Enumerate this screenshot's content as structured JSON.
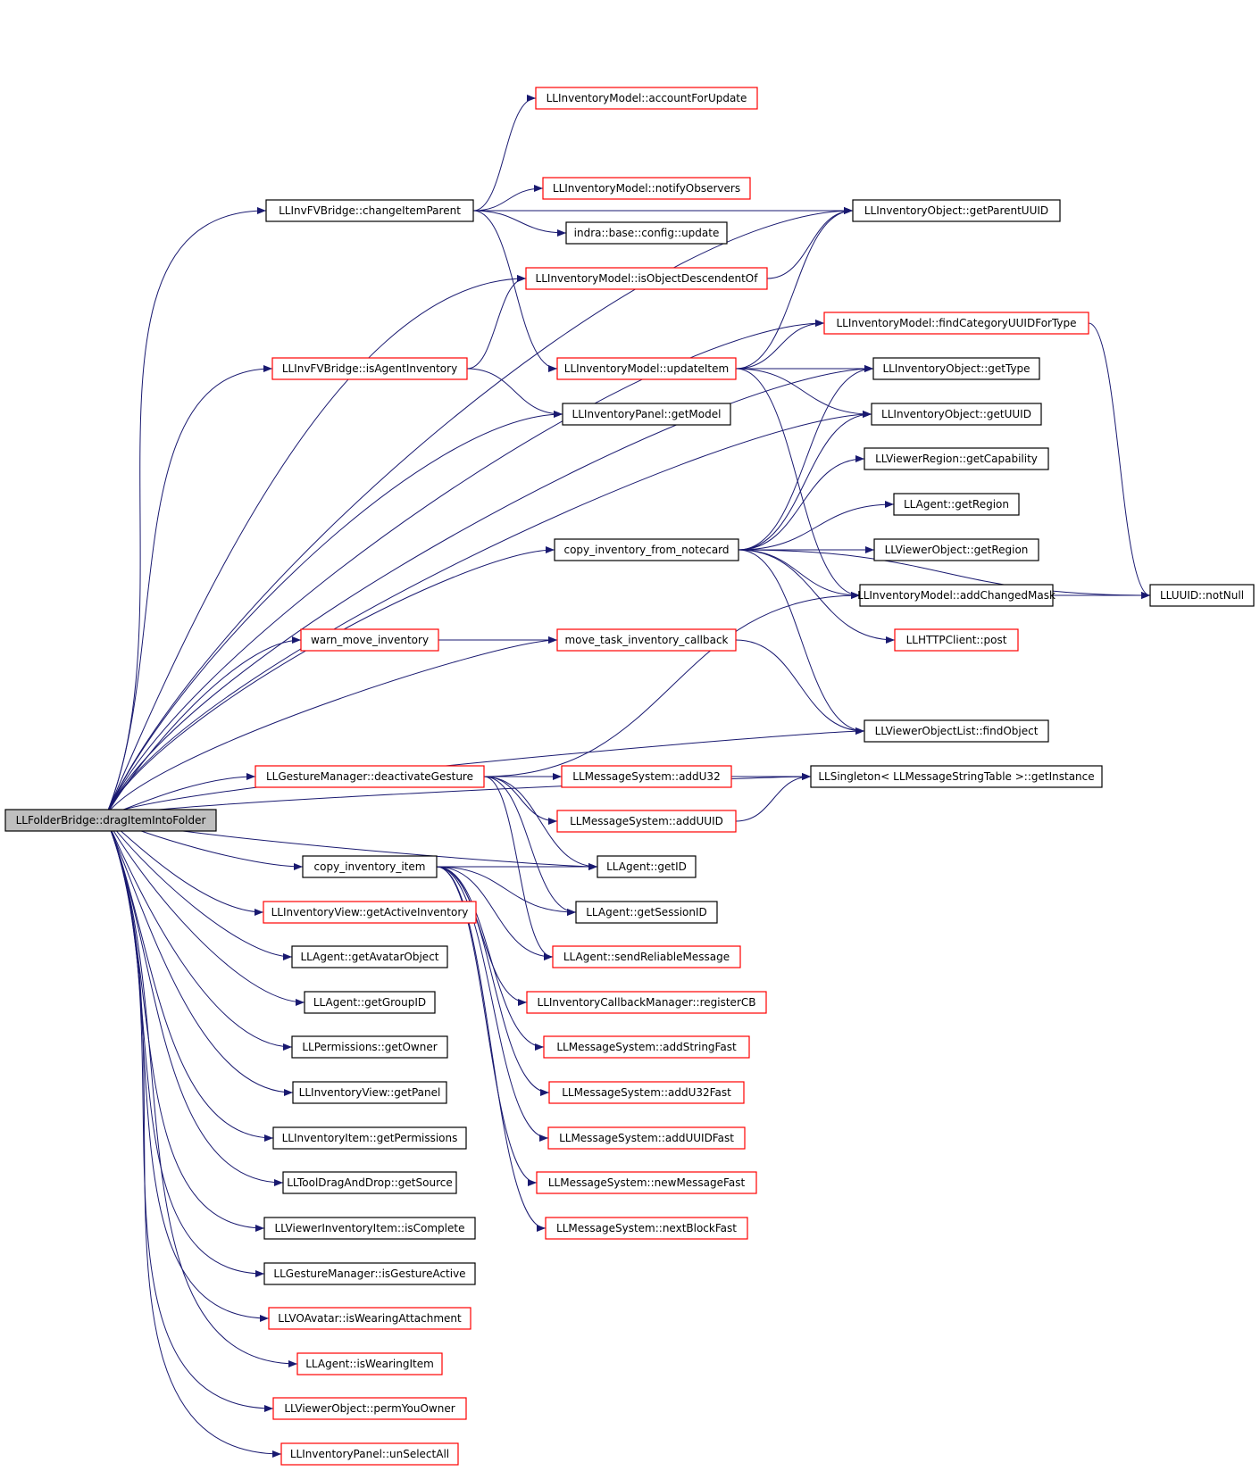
{
  "edge_color": "#191970",
  "root_fill": "#bfbfbf",
  "red_border": "#ff0000",
  "nodes": [
    {
      "id": "root",
      "label": "LLFolderBridge::dragItemIntoFolder",
      "style": "root"
    },
    {
      "id": "accountForUpdate",
      "label": "LLInventoryModel::accountForUpdate",
      "style": "red"
    },
    {
      "id": "changeItemParent",
      "label": "LLInvFVBridge::changeItemParent",
      "style": "black"
    },
    {
      "id": "notifyObservers",
      "label": "LLInventoryModel::notifyObservers",
      "style": "red"
    },
    {
      "id": "getParentUUID",
      "label": "LLInventoryObject::getParentUUID",
      "style": "black"
    },
    {
      "id": "configUpdate",
      "label": "indra::base::config::update",
      "style": "black"
    },
    {
      "id": "isObjectDescendentOf",
      "label": "LLInventoryModel::isObjectDescendentOf",
      "style": "red"
    },
    {
      "id": "findCategoryUUIDForType",
      "label": "LLInventoryModel::findCategoryUUIDForType",
      "style": "red"
    },
    {
      "id": "isAgentInventory",
      "label": "LLInvFVBridge::isAgentInventory",
      "style": "red"
    },
    {
      "id": "updateItem",
      "label": "LLInventoryModel::updateItem",
      "style": "red"
    },
    {
      "id": "getType",
      "label": "LLInventoryObject::getType",
      "style": "black"
    },
    {
      "id": "getModel",
      "label": "LLInventoryPanel::getModel",
      "style": "black"
    },
    {
      "id": "getUUID",
      "label": "LLInventoryObject::getUUID",
      "style": "black"
    },
    {
      "id": "getCapability",
      "label": "LLViewerRegion::getCapability",
      "style": "black"
    },
    {
      "id": "agentGetRegion",
      "label": "LLAgent::getRegion",
      "style": "black"
    },
    {
      "id": "copyFromNotecard",
      "label": "copy_inventory_from_notecard",
      "style": "black"
    },
    {
      "id": "viewerObjGetRegion",
      "label": "LLViewerObject::getRegion",
      "style": "black"
    },
    {
      "id": "addChangedMask",
      "label": "LLInventoryModel::addChangedMask",
      "style": "black"
    },
    {
      "id": "notNull",
      "label": "LLUUID::notNull",
      "style": "black"
    },
    {
      "id": "warnMove",
      "label": "warn_move_inventory",
      "style": "red"
    },
    {
      "id": "moveTaskCallback",
      "label": "move_task_inventory_callback",
      "style": "red"
    },
    {
      "id": "httpPost",
      "label": "LLHTTPClient::post",
      "style": "red"
    },
    {
      "id": "findObject",
      "label": "LLViewerObjectList::findObject",
      "style": "black"
    },
    {
      "id": "deactivateGesture",
      "label": "LLGestureManager::deactivateGesture",
      "style": "red"
    },
    {
      "id": "addU32",
      "label": "LLMessageSystem::addU32",
      "style": "red"
    },
    {
      "id": "getInstance",
      "label": "LLSingleton< LLMessageStringTable >::getInstance",
      "style": "black"
    },
    {
      "id": "addUUID",
      "label": "LLMessageSystem::addUUID",
      "style": "red"
    },
    {
      "id": "copyInventoryItem",
      "label": "copy_inventory_item",
      "style": "black"
    },
    {
      "id": "getID",
      "label": "LLAgent::getID",
      "style": "black"
    },
    {
      "id": "getActiveInventory",
      "label": "LLInventoryView::getActiveInventory",
      "style": "red"
    },
    {
      "id": "getSessionID",
      "label": "LLAgent::getSessionID",
      "style": "black"
    },
    {
      "id": "getAvatarObject",
      "label": "LLAgent::getAvatarObject",
      "style": "black"
    },
    {
      "id": "sendReliableMessage",
      "label": "LLAgent::sendReliableMessage",
      "style": "red"
    },
    {
      "id": "getGroupID",
      "label": "LLAgent::getGroupID",
      "style": "black"
    },
    {
      "id": "registerCB",
      "label": "LLInventoryCallbackManager::registerCB",
      "style": "red"
    },
    {
      "id": "getOwner",
      "label": "LLPermissions::getOwner",
      "style": "black"
    },
    {
      "id": "addStringFast",
      "label": "LLMessageSystem::addStringFast",
      "style": "red"
    },
    {
      "id": "getPanel",
      "label": "LLInventoryView::getPanel",
      "style": "black"
    },
    {
      "id": "addU32Fast",
      "label": "LLMessageSystem::addU32Fast",
      "style": "red"
    },
    {
      "id": "getPermissions",
      "label": "LLInventoryItem::getPermissions",
      "style": "black"
    },
    {
      "id": "addUUIDFast",
      "label": "LLMessageSystem::addUUIDFast",
      "style": "red"
    },
    {
      "id": "getSource",
      "label": "LLToolDragAndDrop::getSource",
      "style": "black"
    },
    {
      "id": "newMessageFast",
      "label": "LLMessageSystem::newMessageFast",
      "style": "red"
    },
    {
      "id": "isComplete",
      "label": "LLViewerInventoryItem::isComplete",
      "style": "black"
    },
    {
      "id": "nextBlockFast",
      "label": "LLMessageSystem::nextBlockFast",
      "style": "red"
    },
    {
      "id": "isGestureActive",
      "label": "LLGestureManager::isGestureActive",
      "style": "black"
    },
    {
      "id": "isWearingAttachment",
      "label": "LLVOAvatar::isWearingAttachment",
      "style": "red"
    },
    {
      "id": "isWearingItem",
      "label": "LLAgent::isWearingItem",
      "style": "red"
    },
    {
      "id": "permYouOwner",
      "label": "LLViewerObject::permYouOwner",
      "style": "red"
    },
    {
      "id": "unSelectAll",
      "label": "LLInventoryPanel::unSelectAll",
      "style": "red"
    }
  ],
  "edges": [
    [
      "root",
      "changeItemParent"
    ],
    [
      "root",
      "isObjectDescendentOf"
    ],
    [
      "root",
      "findCategoryUUIDForType"
    ],
    [
      "root",
      "isAgentInventory"
    ],
    [
      "root",
      "getModel"
    ],
    [
      "root",
      "getType"
    ],
    [
      "root",
      "getUUID"
    ],
    [
      "root",
      "copyFromNotecard"
    ],
    [
      "root",
      "findObject"
    ],
    [
      "root",
      "warnMove"
    ],
    [
      "root",
      "moveTaskCallback"
    ],
    [
      "root",
      "getInstance"
    ],
    [
      "root",
      "deactivateGesture"
    ],
    [
      "root",
      "getParentUUID"
    ],
    [
      "root",
      "copyInventoryItem"
    ],
    [
      "root",
      "getID"
    ],
    [
      "root",
      "getActiveInventory"
    ],
    [
      "root",
      "getAvatarObject"
    ],
    [
      "root",
      "getGroupID"
    ],
    [
      "root",
      "getOwner"
    ],
    [
      "root",
      "getPanel"
    ],
    [
      "root",
      "getPermissions"
    ],
    [
      "root",
      "getSource"
    ],
    [
      "root",
      "isComplete"
    ],
    [
      "root",
      "isGestureActive"
    ],
    [
      "root",
      "isWearingAttachment"
    ],
    [
      "root",
      "isWearingItem"
    ],
    [
      "root",
      "permYouOwner"
    ],
    [
      "root",
      "unSelectAll"
    ],
    [
      "changeItemParent",
      "accountForUpdate"
    ],
    [
      "changeItemParent",
      "notifyObservers"
    ],
    [
      "changeItemParent",
      "configUpdate"
    ],
    [
      "changeItemParent",
      "getParentUUID"
    ],
    [
      "changeItemParent",
      "updateItem"
    ],
    [
      "isObjectDescendentOf",
      "getParentUUID"
    ],
    [
      "isAgentInventory",
      "isObjectDescendentOf"
    ],
    [
      "isAgentInventory",
      "getModel"
    ],
    [
      "updateItem",
      "getParentUUID"
    ],
    [
      "updateItem",
      "findCategoryUUIDForType"
    ],
    [
      "updateItem",
      "getType"
    ],
    [
      "updateItem",
      "getUUID"
    ],
    [
      "updateItem",
      "addChangedMask"
    ],
    [
      "findCategoryUUIDForType",
      "notNull"
    ],
    [
      "copyFromNotecard",
      "getType"
    ],
    [
      "copyFromNotecard",
      "getUUID"
    ],
    [
      "copyFromNotecard",
      "getCapability"
    ],
    [
      "copyFromNotecard",
      "agentGetRegion"
    ],
    [
      "copyFromNotecard",
      "viewerObjGetRegion"
    ],
    [
      "copyFromNotecard",
      "addChangedMask"
    ],
    [
      "copyFromNotecard",
      "httpPost"
    ],
    [
      "copyFromNotecard",
      "findObject"
    ],
    [
      "copyFromNotecard",
      "notNull"
    ],
    [
      "addChangedMask",
      "notNull"
    ],
    [
      "warnMove",
      "moveTaskCallback"
    ],
    [
      "moveTaskCallback",
      "findObject"
    ],
    [
      "deactivateGesture",
      "addU32"
    ],
    [
      "deactivateGesture",
      "addUUID"
    ],
    [
      "deactivateGesture",
      "getID"
    ],
    [
      "deactivateGesture",
      "getSessionID"
    ],
    [
      "deactivateGesture",
      "sendReliableMessage"
    ],
    [
      "deactivateGesture",
      "addChangedMask"
    ],
    [
      "addU32",
      "getInstance"
    ],
    [
      "addUUID",
      "getInstance"
    ],
    [
      "copyInventoryItem",
      "getID"
    ],
    [
      "copyInventoryItem",
      "getSessionID"
    ],
    [
      "copyInventoryItem",
      "sendReliableMessage"
    ],
    [
      "copyInventoryItem",
      "registerCB"
    ],
    [
      "copyInventoryItem",
      "addStringFast"
    ],
    [
      "copyInventoryItem",
      "addU32Fast"
    ],
    [
      "copyInventoryItem",
      "addUUIDFast"
    ],
    [
      "copyInventoryItem",
      "newMessageFast"
    ],
    [
      "copyInventoryItem",
      "nextBlockFast"
    ]
  ]
}
